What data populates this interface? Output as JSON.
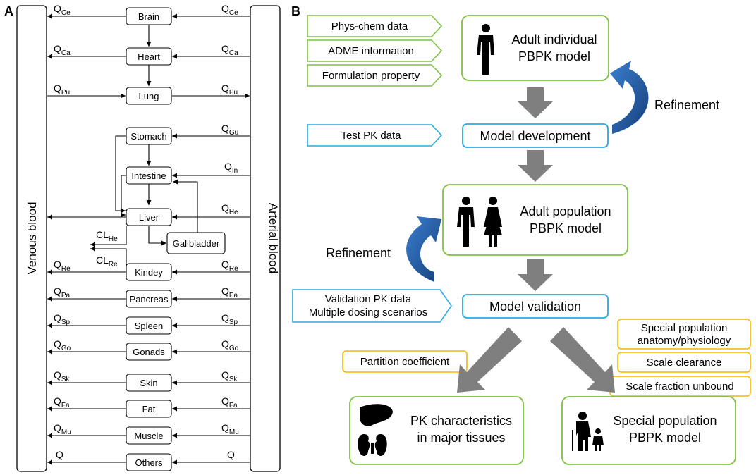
{
  "panel_a": {
    "label": "A",
    "venous_label": "Venous blood",
    "arterial_label": "Arterial blood",
    "organs": {
      "brain": "Brain",
      "heart": "Heart",
      "lung": "Lung",
      "stomach": "Stomach",
      "intestine": "Intestine",
      "liver": "Liver",
      "gallbladder": "Gallbladder",
      "kidney": "Kindey",
      "pancreas": "Pancreas",
      "spleen": "Spleen",
      "gonads": "Gonads",
      "skin": "Skin",
      "fat": "Fat",
      "muscle": "Muscle",
      "others": "Others"
    },
    "flows": {
      "q": "Q",
      "ce": "Ce",
      "ca": "Ca",
      "pu": "Pu",
      "gu": "Gu",
      "in": "In",
      "he": "He",
      "re": "Re",
      "pa": "Pa",
      "sp": "Sp",
      "go": "Go",
      "sk": "Sk",
      "fa": "Fa",
      "mu": "Mu",
      "cl": "CL",
      "cl_he": "He",
      "cl_re": "Re"
    }
  },
  "panel_b": {
    "label": "B",
    "inputs": {
      "physchem": "Phys-chem data",
      "adme": "ADME information",
      "formulation": "Formulation property",
      "test_pk": "Test PK data",
      "validation_pk_1": "Validation PK data",
      "validation_pk_2": "Multiple dosing scenarios",
      "partition": "Partition coefficient",
      "special_anat_1": "Special population",
      "special_anat_2": "anatomy/physiology",
      "scale_clearance": "Scale clearance",
      "scale_fu": "Scale fraction unbound"
    },
    "boxes": {
      "adult_individual_1": "Adult individual",
      "adult_individual_2": "PBPK model",
      "model_development": "Model development",
      "adult_population_1": "Adult population",
      "adult_population_2": "PBPK model",
      "model_validation": "Model validation",
      "pk_tissues_1": "PK characteristics",
      "pk_tissues_2": "in major tissues",
      "special_pop_1": "Special population",
      "special_pop_2": "PBPK model"
    },
    "refinement_top": "Refinement",
    "refinement_mid": "Refinement",
    "colors": {
      "green": "#7dc242",
      "blue": "#29a9e1",
      "orange": "#f7b500",
      "gray_arrow": "#7f7f7f",
      "curve_blue": "#1f5fa8"
    }
  }
}
